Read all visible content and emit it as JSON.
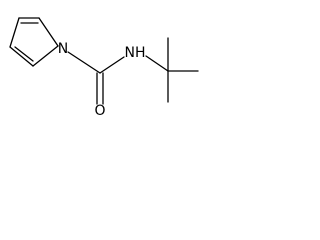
{
  "molecule": {
    "atoms": {
      "ring_nitrogen": "N",
      "amide_nitrogen": "NH",
      "carbonyl_oxygen": "O"
    }
  }
}
